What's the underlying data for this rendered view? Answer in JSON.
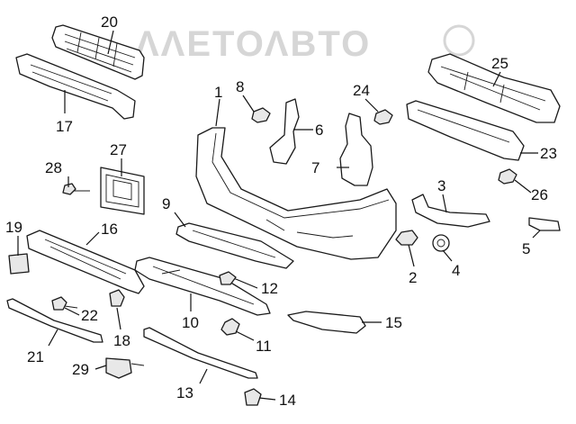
{
  "watermark": {
    "text": "ΛΛΕΤΟΛΒΤΟ"
  },
  "callouts": {
    "n1": "1",
    "n2": "2",
    "n3": "3",
    "n4": "4",
    "n5": "5",
    "n6": "6",
    "n7": "7",
    "n8": "8",
    "n9": "9",
    "n10": "10",
    "n11": "11",
    "n12": "12",
    "n13": "13",
    "n14": "14",
    "n15": "15",
    "n16": "16",
    "n17": "17",
    "n18": "18",
    "n19": "19",
    "n20": "20",
    "n21": "21",
    "n22": "22",
    "n23": "23",
    "n24": "24",
    "n25": "25",
    "n26": "26",
    "n27": "27",
    "n28": "28",
    "n29": "29"
  }
}
